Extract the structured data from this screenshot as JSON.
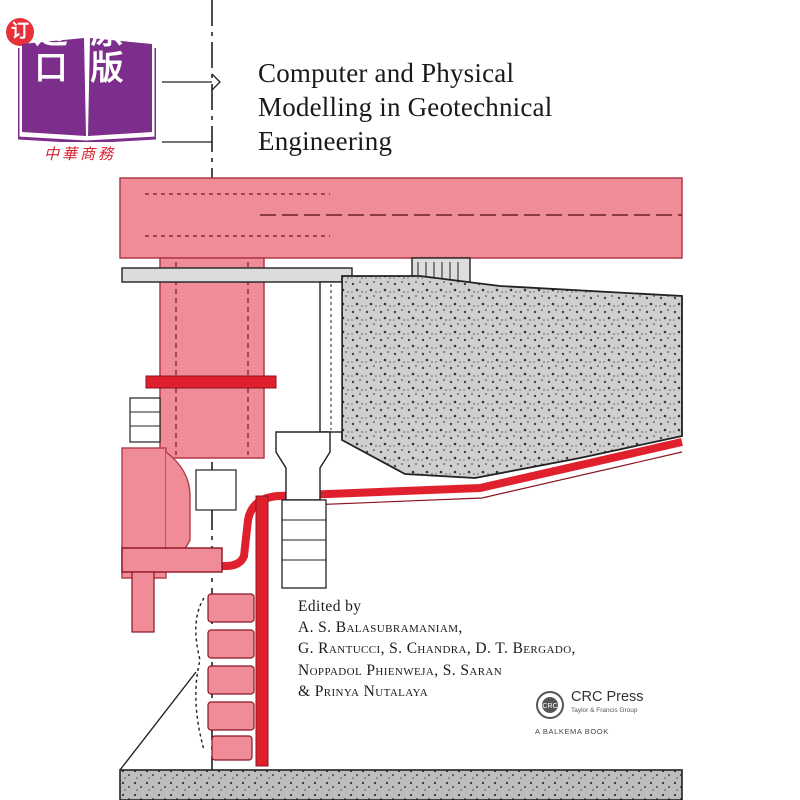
{
  "badge": {
    "circle_char": "订",
    "book_left": [
      "进",
      "口"
    ],
    "book_right": [
      "原",
      "版"
    ],
    "subtitle": "中華商務"
  },
  "book": {
    "title_lines": [
      "Computer and Physical",
      "Modelling in Geotechnical",
      "Engineering"
    ],
    "edited_by": "Edited by",
    "editor_lines": [
      "A. S. Balasubramaniam,",
      "G. Rantucci, S. Chandra, D. T. Bergado,",
      "Noppadol Phienweja, S. Saran",
      "& Prinya Nutalaya"
    ]
  },
  "publisher": {
    "logo_text": "CRC",
    "name": "CRC Press",
    "group": "Taylor & Francis Group",
    "imprint": "A BALKEMA BOOK"
  },
  "colors": {
    "accent_red": "#e8303a",
    "pink_fill": "#ef8c98",
    "red_line": "#e0202c",
    "concrete_fill": "#c9c9c9",
    "ink": "#1a1a1a",
    "badge_purple": "#7d2e8c"
  },
  "icons": {
    "badge": "book-badge-icon",
    "publisher": "crc-logo-icon"
  }
}
